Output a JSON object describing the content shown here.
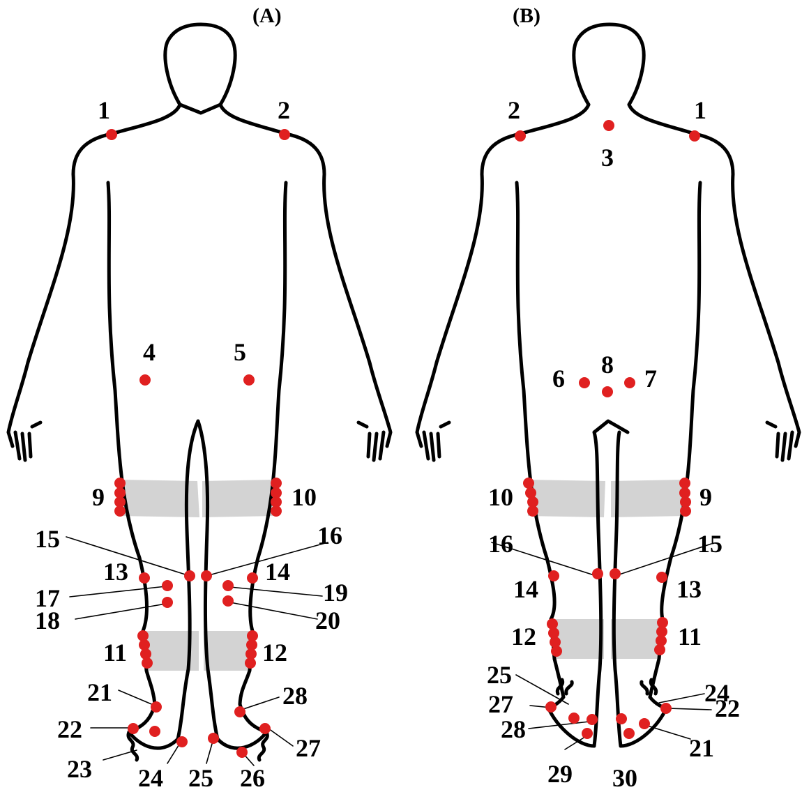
{
  "panels": [
    {
      "id": "A",
      "title": "(A)",
      "marker_color": "#e02020",
      "points": [
        {
          "n": "1"
        },
        {
          "n": "2"
        },
        {
          "n": "4"
        },
        {
          "n": "5"
        },
        {
          "n": "9"
        },
        {
          "n": "10"
        },
        {
          "n": "11"
        },
        {
          "n": "12"
        },
        {
          "n": "13"
        },
        {
          "n": "14"
        },
        {
          "n": "15"
        },
        {
          "n": "16"
        },
        {
          "n": "17"
        },
        {
          "n": "18"
        },
        {
          "n": "19"
        },
        {
          "n": "20"
        },
        {
          "n": "21"
        },
        {
          "n": "22"
        },
        {
          "n": "23"
        },
        {
          "n": "24"
        },
        {
          "n": "25"
        },
        {
          "n": "26"
        },
        {
          "n": "27"
        },
        {
          "n": "28"
        }
      ]
    },
    {
      "id": "B",
      "title": "(B)",
      "marker_color": "#e02020",
      "points": [
        {
          "n": "1"
        },
        {
          "n": "2"
        },
        {
          "n": "3"
        },
        {
          "n": "6"
        },
        {
          "n": "7"
        },
        {
          "n": "8"
        },
        {
          "n": "9"
        },
        {
          "n": "10"
        },
        {
          "n": "11"
        },
        {
          "n": "12"
        },
        {
          "n": "13"
        },
        {
          "n": "14"
        },
        {
          "n": "15"
        },
        {
          "n": "16"
        },
        {
          "n": "21"
        },
        {
          "n": "22"
        },
        {
          "n": "24"
        },
        {
          "n": "25"
        },
        {
          "n": "27"
        },
        {
          "n": "28"
        },
        {
          "n": "29"
        },
        {
          "n": "30"
        }
      ]
    }
  ],
  "colors": {
    "marker": "#e02020",
    "band": "#d3d3d3",
    "outline": "#000000"
  }
}
